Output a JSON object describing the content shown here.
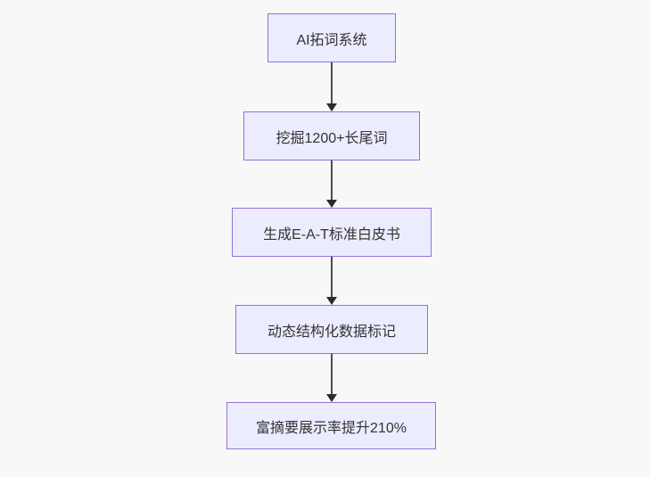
{
  "diagram": {
    "type": "flowchart",
    "direction": "top-down",
    "nodes": [
      {
        "id": "node-1",
        "label": "AI拓词系统"
      },
      {
        "id": "node-2",
        "label": "挖掘1200+长尾词"
      },
      {
        "id": "node-3",
        "label": "生成E-A-T标准白皮书"
      },
      {
        "id": "node-4",
        "label": "动态结构化数据标记"
      },
      {
        "id": "node-5",
        "label": "富摘要展示率提升210%"
      }
    ],
    "edges": [
      {
        "from": "node-1",
        "to": "node-2",
        "style": "arrow-down"
      },
      {
        "from": "node-2",
        "to": "node-3",
        "style": "arrow-down"
      },
      {
        "from": "node-3",
        "to": "node-4",
        "style": "arrow-down"
      },
      {
        "from": "node-4",
        "to": "node-5",
        "style": "arrow-down"
      }
    ],
    "colors": {
      "background": "#f8f8f8",
      "node_fill": "#ECECFF",
      "node_border": "#9370DB",
      "text": "#333333",
      "arrow": "#333333"
    }
  }
}
